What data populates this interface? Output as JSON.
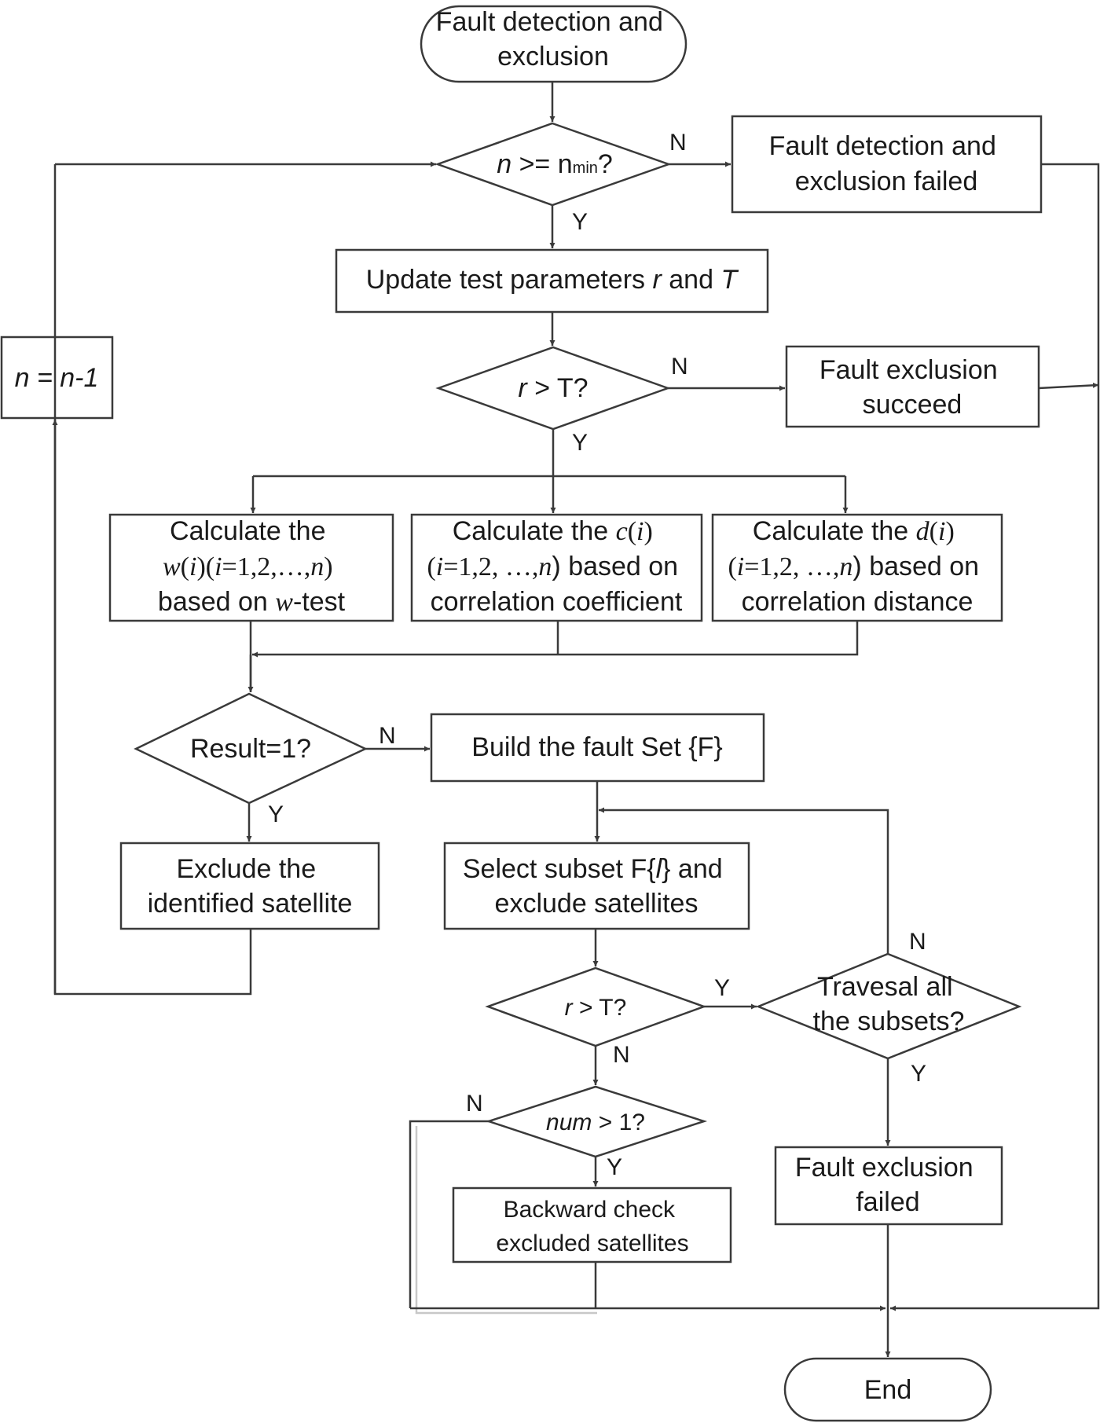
{
  "nodes": {
    "start": [
      "Fault detection and",
      "exclusion"
    ],
    "check_n": {
      "var": "n",
      "op": ">=",
      "rhs": "n",
      "rhs_sub": "min",
      "q": "?"
    },
    "fde_failed": [
      "Fault detection and",
      "exclusion failed"
    ],
    "update": {
      "text": "Update test parameters ",
      "r": "r",
      "and": " and ",
      "T": "T"
    },
    "decrement": "n = n-1",
    "check_r1": {
      "r": "r",
      "rest": " > T?"
    },
    "exclusion_succeed": [
      "Fault exclusion",
      "succeed"
    ],
    "calc_w": {
      "l1": "Calculate the",
      "l2_f": "w",
      "l2_a": "(",
      "l2_i": "i",
      "l2_b": ")(",
      "l2_i2": "i",
      "l2_c": "=1,2,…,",
      "l2_n": "n",
      "l2_d": ")",
      "l3_a": "based on ",
      "l3_w": "w",
      "l3_b": "-test"
    },
    "calc_c": {
      "l1_a": "Calculate the ",
      "l1_f": "c",
      "l1_p1": "(",
      "l1_i": "i",
      "l1_p2": ")",
      "l2_a": "(",
      "l2_i": "i",
      "l2_b": "=1,2, …,",
      "l2_n": "n",
      "l2_c": ") based on",
      "l3": "correlation coefficient"
    },
    "calc_d": {
      "l1_a": "Calculate the ",
      "l1_f": "d",
      "l1_p1": "(",
      "l1_i": "i",
      "l1_p2": ")",
      "l2_a": "(",
      "l2_i": "i",
      "l2_b": "=1,2, …,",
      "l2_n": "n",
      "l2_c": ") based on",
      "l3": "correlation distance"
    },
    "result": "Result=1?",
    "build_set": "Build the fault Set {F}",
    "exclude_sat": [
      "Exclude the",
      "identified satellite"
    ],
    "select_subset": {
      "l1_a": "Select subset F{",
      "l1_l": "l",
      "l1_b": "} and",
      "l2": "exclude satellites"
    },
    "check_r2": {
      "r": "r",
      "rest": " > T?"
    },
    "traversal": [
      "Travesal all",
      "the subsets?"
    ],
    "num_check": {
      "num": "num",
      "rest": " > 1?"
    },
    "backward": [
      "Backward check",
      "excluded satellites"
    ],
    "exclusion_failed": [
      "Fault exclusion",
      "failed"
    ],
    "end": "End"
  },
  "edge_labels": {
    "check_n_no": "N",
    "check_n_yes": "Y",
    "check_r1_no": "N",
    "check_r1_yes": "Y",
    "result_no": "N",
    "result_yes": "Y",
    "check_r2_yes": "Y",
    "check_r2_no": "N",
    "traversal_no": "N",
    "traversal_yes": "Y",
    "num_no": "N",
    "num_yes": "Y"
  }
}
